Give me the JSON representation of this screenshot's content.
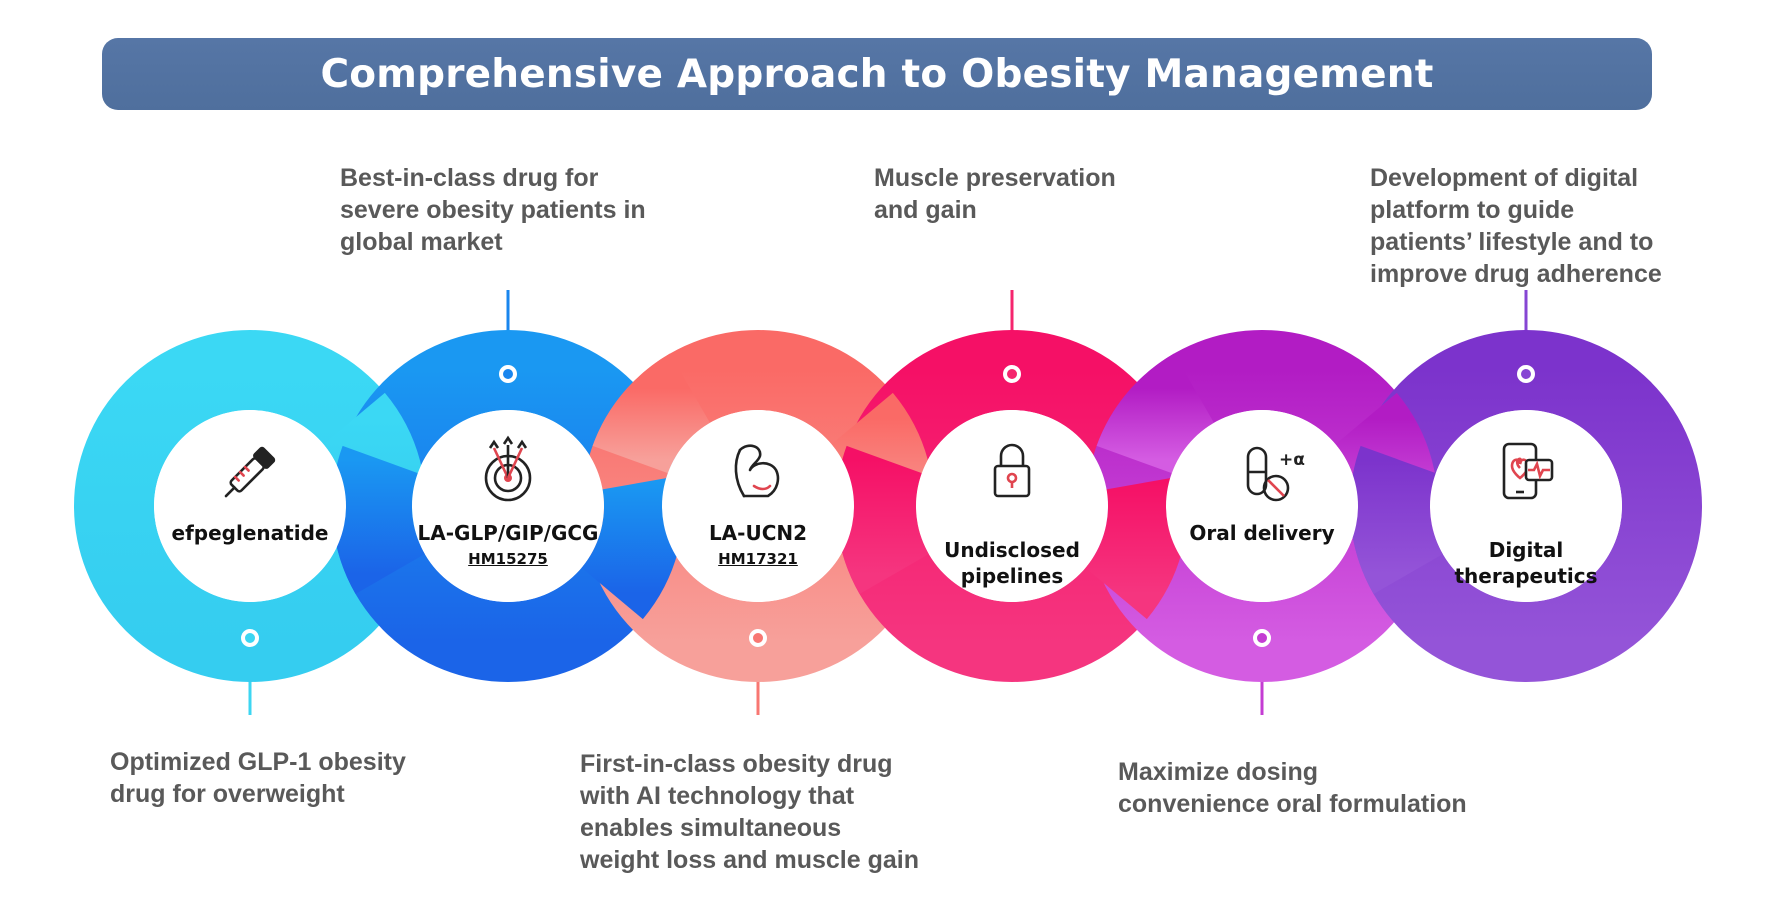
{
  "banner": {
    "title": "Comprehensive Approach to Obesity Management"
  },
  "colors": {
    "cyan": "#3cd6f2",
    "blue": "#1a86ee",
    "salmon": "#f87772",
    "pink": "#f5256e",
    "magenta": "#c43cd3",
    "purple": "#8646d3",
    "banner": "#5676a6",
    "text_gray": "#595959"
  },
  "steps": [
    {
      "label": "efpeglenatide",
      "code": "",
      "icon": "pen-injector-icon",
      "description": [
        "Optimized GLP-1 obesity",
        "drug for overweight"
      ]
    },
    {
      "label": "LA-GLP/GIP/GCG",
      "code": "HM15275",
      "icon": "target-darts-icon",
      "description": [
        "Best-in-class drug for",
        "severe obesity patients in",
        "global market"
      ]
    },
    {
      "label": "LA-UCN2",
      "code": "HM17321",
      "icon": "flexed-arm-icon",
      "description": [
        "First-in-class obesity drug",
        "with AI technology that",
        "enables simultaneous",
        "weight loss and muscle gain"
      ]
    },
    {
      "label": "Undisclosed\npipelines",
      "code": "",
      "icon": "padlock-icon",
      "description": [
        "Muscle preservation",
        "and gain"
      ]
    },
    {
      "label": "Oral delivery",
      "code": "",
      "icon": "capsule-pill-icon",
      "icon_badge": "+α",
      "description": [
        "Maximize dosing",
        "convenience oral formulation"
      ]
    },
    {
      "label": "Digital\ntherapeutics",
      "code": "",
      "icon": "smartphone-heart-icon",
      "description": [
        "Development of digital",
        "platform to guide",
        "patients’ lifestyle and to",
        "improve drug adherence"
      ]
    }
  ]
}
